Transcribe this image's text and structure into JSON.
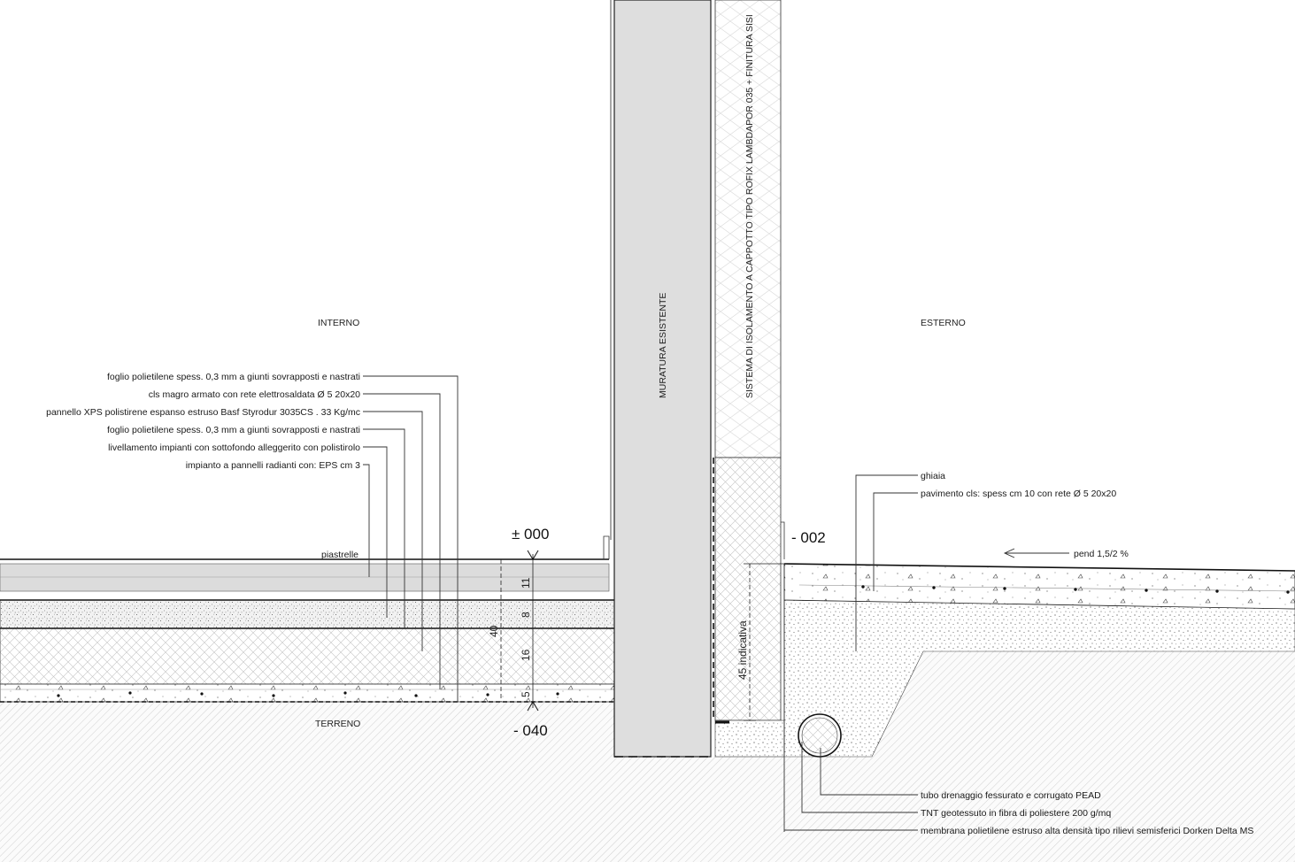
{
  "zones": {
    "interior": "INTERNO",
    "exterior": "ESTERNO",
    "ground": "TERRENO",
    "existing_wall": "MURATURA ESISTENTE",
    "insulation_system": "SISTEMA DI ISOLAMENTO A CAPPOTTO TIPO ROFIX LAMBDAPOR 035 + FINITURA SISI"
  },
  "levels": {
    "floor": "± 000",
    "exterior": "- 002",
    "foundation": "- 040"
  },
  "floor_layers": [
    "foglio polietilene spess. 0,3 mm a giunti sovrapposti e nastrati",
    "cls magro armato con rete elettrosaldata Ø 5 20x20",
    "pannello XPS polistirene espanso estruso Basf Styrodur 3035CS . 33 Kg/mc",
    "foglio polietilene spess. 0,3 mm a giunti sovrapposti e nastrati",
    "livellamento impianti con sottofondo alleggerito con polistirolo",
    "impianto a pannelli radianti con: EPS cm 3"
  ],
  "tiles_label": "piastrelle",
  "dimensions": {
    "tiles": "11",
    "screed": "8",
    "xps": "16",
    "slab": "5",
    "total": "40",
    "depth": "45 indicativa"
  },
  "exterior_labels": {
    "gravel": "ghiaia",
    "pavement": "pavimento cls: spess cm 10 con rete Ø 5 20x20",
    "slope": "pend 1,5/2 %"
  },
  "drainage_labels": [
    "tubo drenaggio fessurato e corrugato PEAD",
    "TNT geotessuto in fibra di poliestere 200 g/mq",
    "membrana polietilene estruso alta densità tipo rilievi semisferici Dorken Delta MS"
  ]
}
